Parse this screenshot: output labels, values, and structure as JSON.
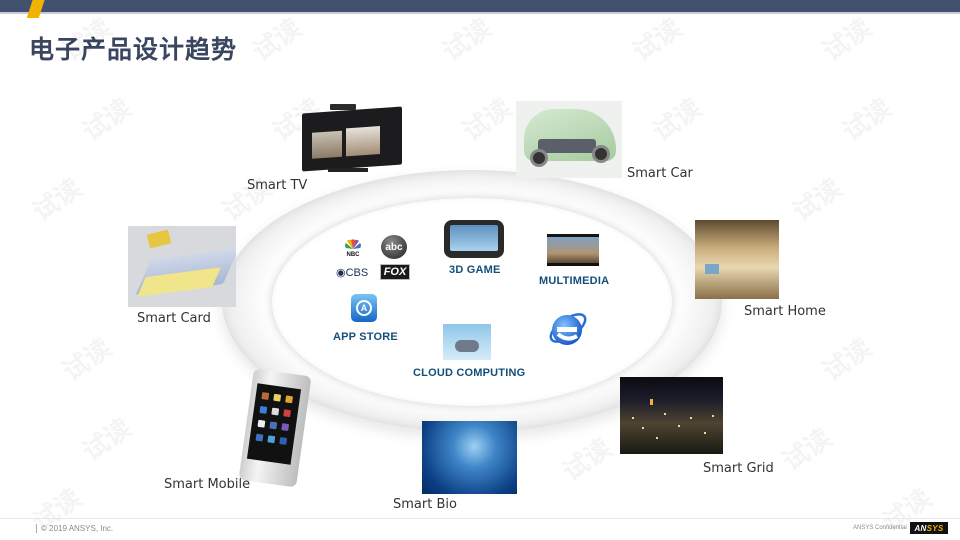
{
  "slide": {
    "title": "电子产品设计趋势",
    "watermark_text": "试读"
  },
  "colors": {
    "header_bar": "#42526e",
    "accent": "#f2b200",
    "title": "#3a4660",
    "center_label": "#144f7a"
  },
  "outer_items": [
    {
      "id": "smart-tv",
      "label": "Smart TV",
      "icon": "smart-tv-image"
    },
    {
      "id": "smart-car",
      "label": "Smart Car",
      "icon": "smart-car-image"
    },
    {
      "id": "smart-card",
      "label": "Smart Card",
      "icon": "smart-card-image"
    },
    {
      "id": "smart-home",
      "label": "Smart Home",
      "icon": "smart-home-image"
    },
    {
      "id": "smart-mobile",
      "label": "Smart Mobile",
      "icon": "smart-mobile-image"
    },
    {
      "id": "smart-bio",
      "label": "Smart Bio",
      "icon": "brain-image"
    },
    {
      "id": "smart-grid",
      "label": "Smart Grid",
      "icon": "city-night-image"
    }
  ],
  "center_items": {
    "networks": {
      "nbc": "NBC",
      "abc": "abc",
      "cbs": "CBS",
      "fox": "FOX"
    },
    "game": "3D GAME",
    "multimedia": "MULTIMEDIA",
    "appstore": "APP STORE",
    "appstore_glyph": "A",
    "cloud": "CLOUD COMPUTING",
    "browser_icon": "internet-explorer-icon"
  },
  "footer": {
    "copyright": "© 2019 ANSYS, Inc.",
    "confidential": "ANSYS Confidential",
    "logo_a": "AN",
    "logo_b": "SYS"
  }
}
